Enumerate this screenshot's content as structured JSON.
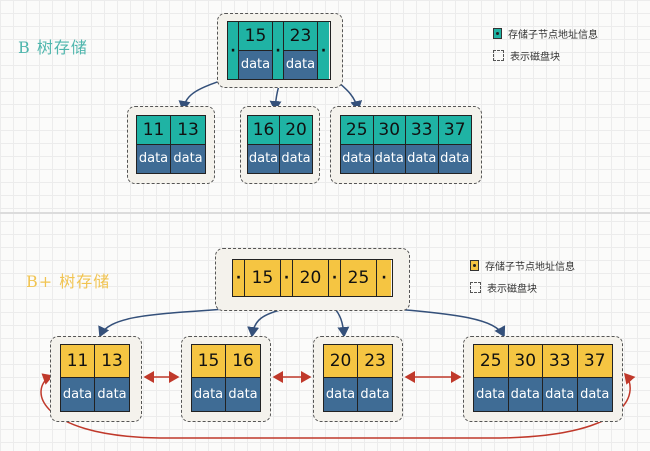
{
  "b_tree": {
    "title": "B 树存储",
    "legend": {
      "node_label": "存储子节点地址信息",
      "block_label": "表示磁盘块"
    },
    "root": {
      "keys": [
        "15",
        "23"
      ],
      "data_label": "data"
    },
    "children": [
      {
        "keys": [
          "11",
          "13"
        ],
        "data": [
          "data",
          "data"
        ]
      },
      {
        "keys": [
          "16",
          "20"
        ],
        "data": [
          "data",
          "data"
        ]
      },
      {
        "keys": [
          "25",
          "30",
          "33",
          "37"
        ],
        "data": [
          "data",
          "data",
          "data",
          "data"
        ]
      }
    ],
    "colors": {
      "key": "#1fb3a4",
      "data": "#3f6c95"
    }
  },
  "bplus_tree": {
    "title": "B+ 树存储",
    "legend": {
      "node_label": "存储子节点地址信息",
      "block_label": "表示磁盘块"
    },
    "root": {
      "keys": [
        "15",
        "20",
        "25"
      ],
      "pointer": "·"
    },
    "leaves": [
      {
        "keys": [
          "11",
          "13"
        ],
        "data": [
          "data",
          "data"
        ]
      },
      {
        "keys": [
          "15",
          "16"
        ],
        "data": [
          "data",
          "data"
        ]
      },
      {
        "keys": [
          "20",
          "23"
        ],
        "data": [
          "data",
          "data"
        ]
      },
      {
        "keys": [
          "25",
          "30",
          "33",
          "37"
        ],
        "data": [
          "data",
          "data",
          "data",
          "data"
        ]
      }
    ],
    "colors": {
      "key": "#f5c542",
      "data": "#3f6c95",
      "link": "#c0392b",
      "arrow": "#34507a"
    }
  }
}
